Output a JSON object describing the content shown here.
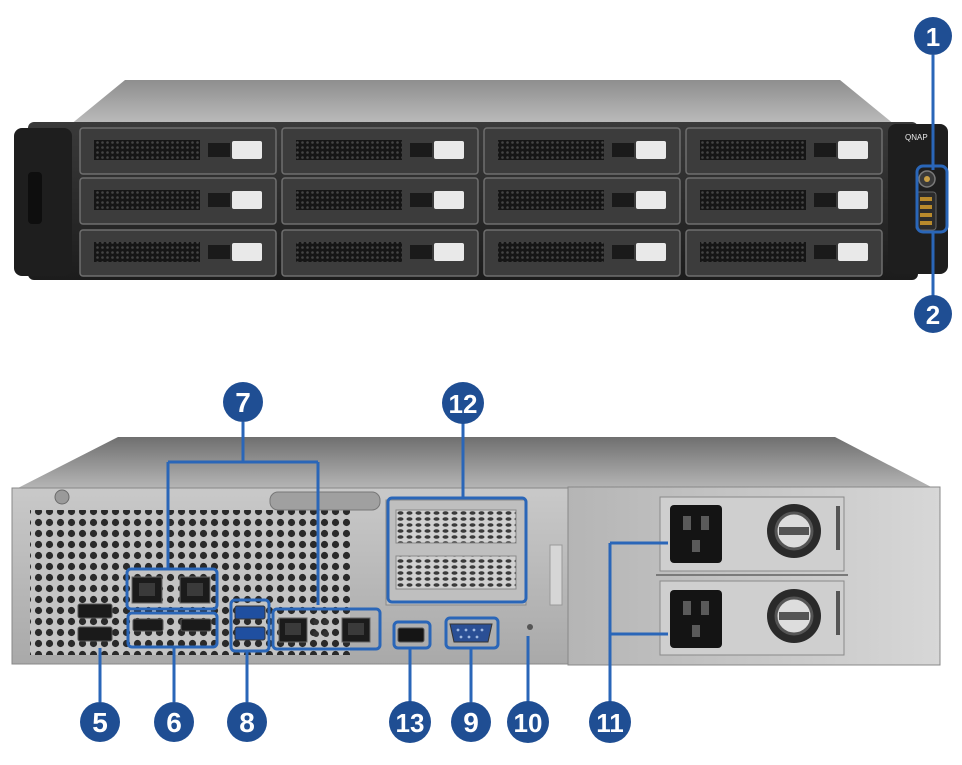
{
  "front_panel": {
    "brand_label": "QNAP"
  },
  "callouts": [
    {
      "id": "c1",
      "label": "1"
    },
    {
      "id": "c2",
      "label": "2"
    },
    {
      "id": "c7",
      "label": "7"
    },
    {
      "id": "c12",
      "label": "12"
    },
    {
      "id": "c5",
      "label": "5"
    },
    {
      "id": "c6",
      "label": "6"
    },
    {
      "id": "c8",
      "label": "8"
    },
    {
      "id": "c13",
      "label": "13"
    },
    {
      "id": "c9",
      "label": "9"
    },
    {
      "id": "c10",
      "label": "10"
    },
    {
      "id": "c11",
      "label": "11"
    }
  ],
  "colors": {
    "callout": "#1f4e93",
    "callout_line": "#2a66b8",
    "chassis_dark": "#2b2b2b",
    "chassis_metal": "#9a9a9a"
  }
}
